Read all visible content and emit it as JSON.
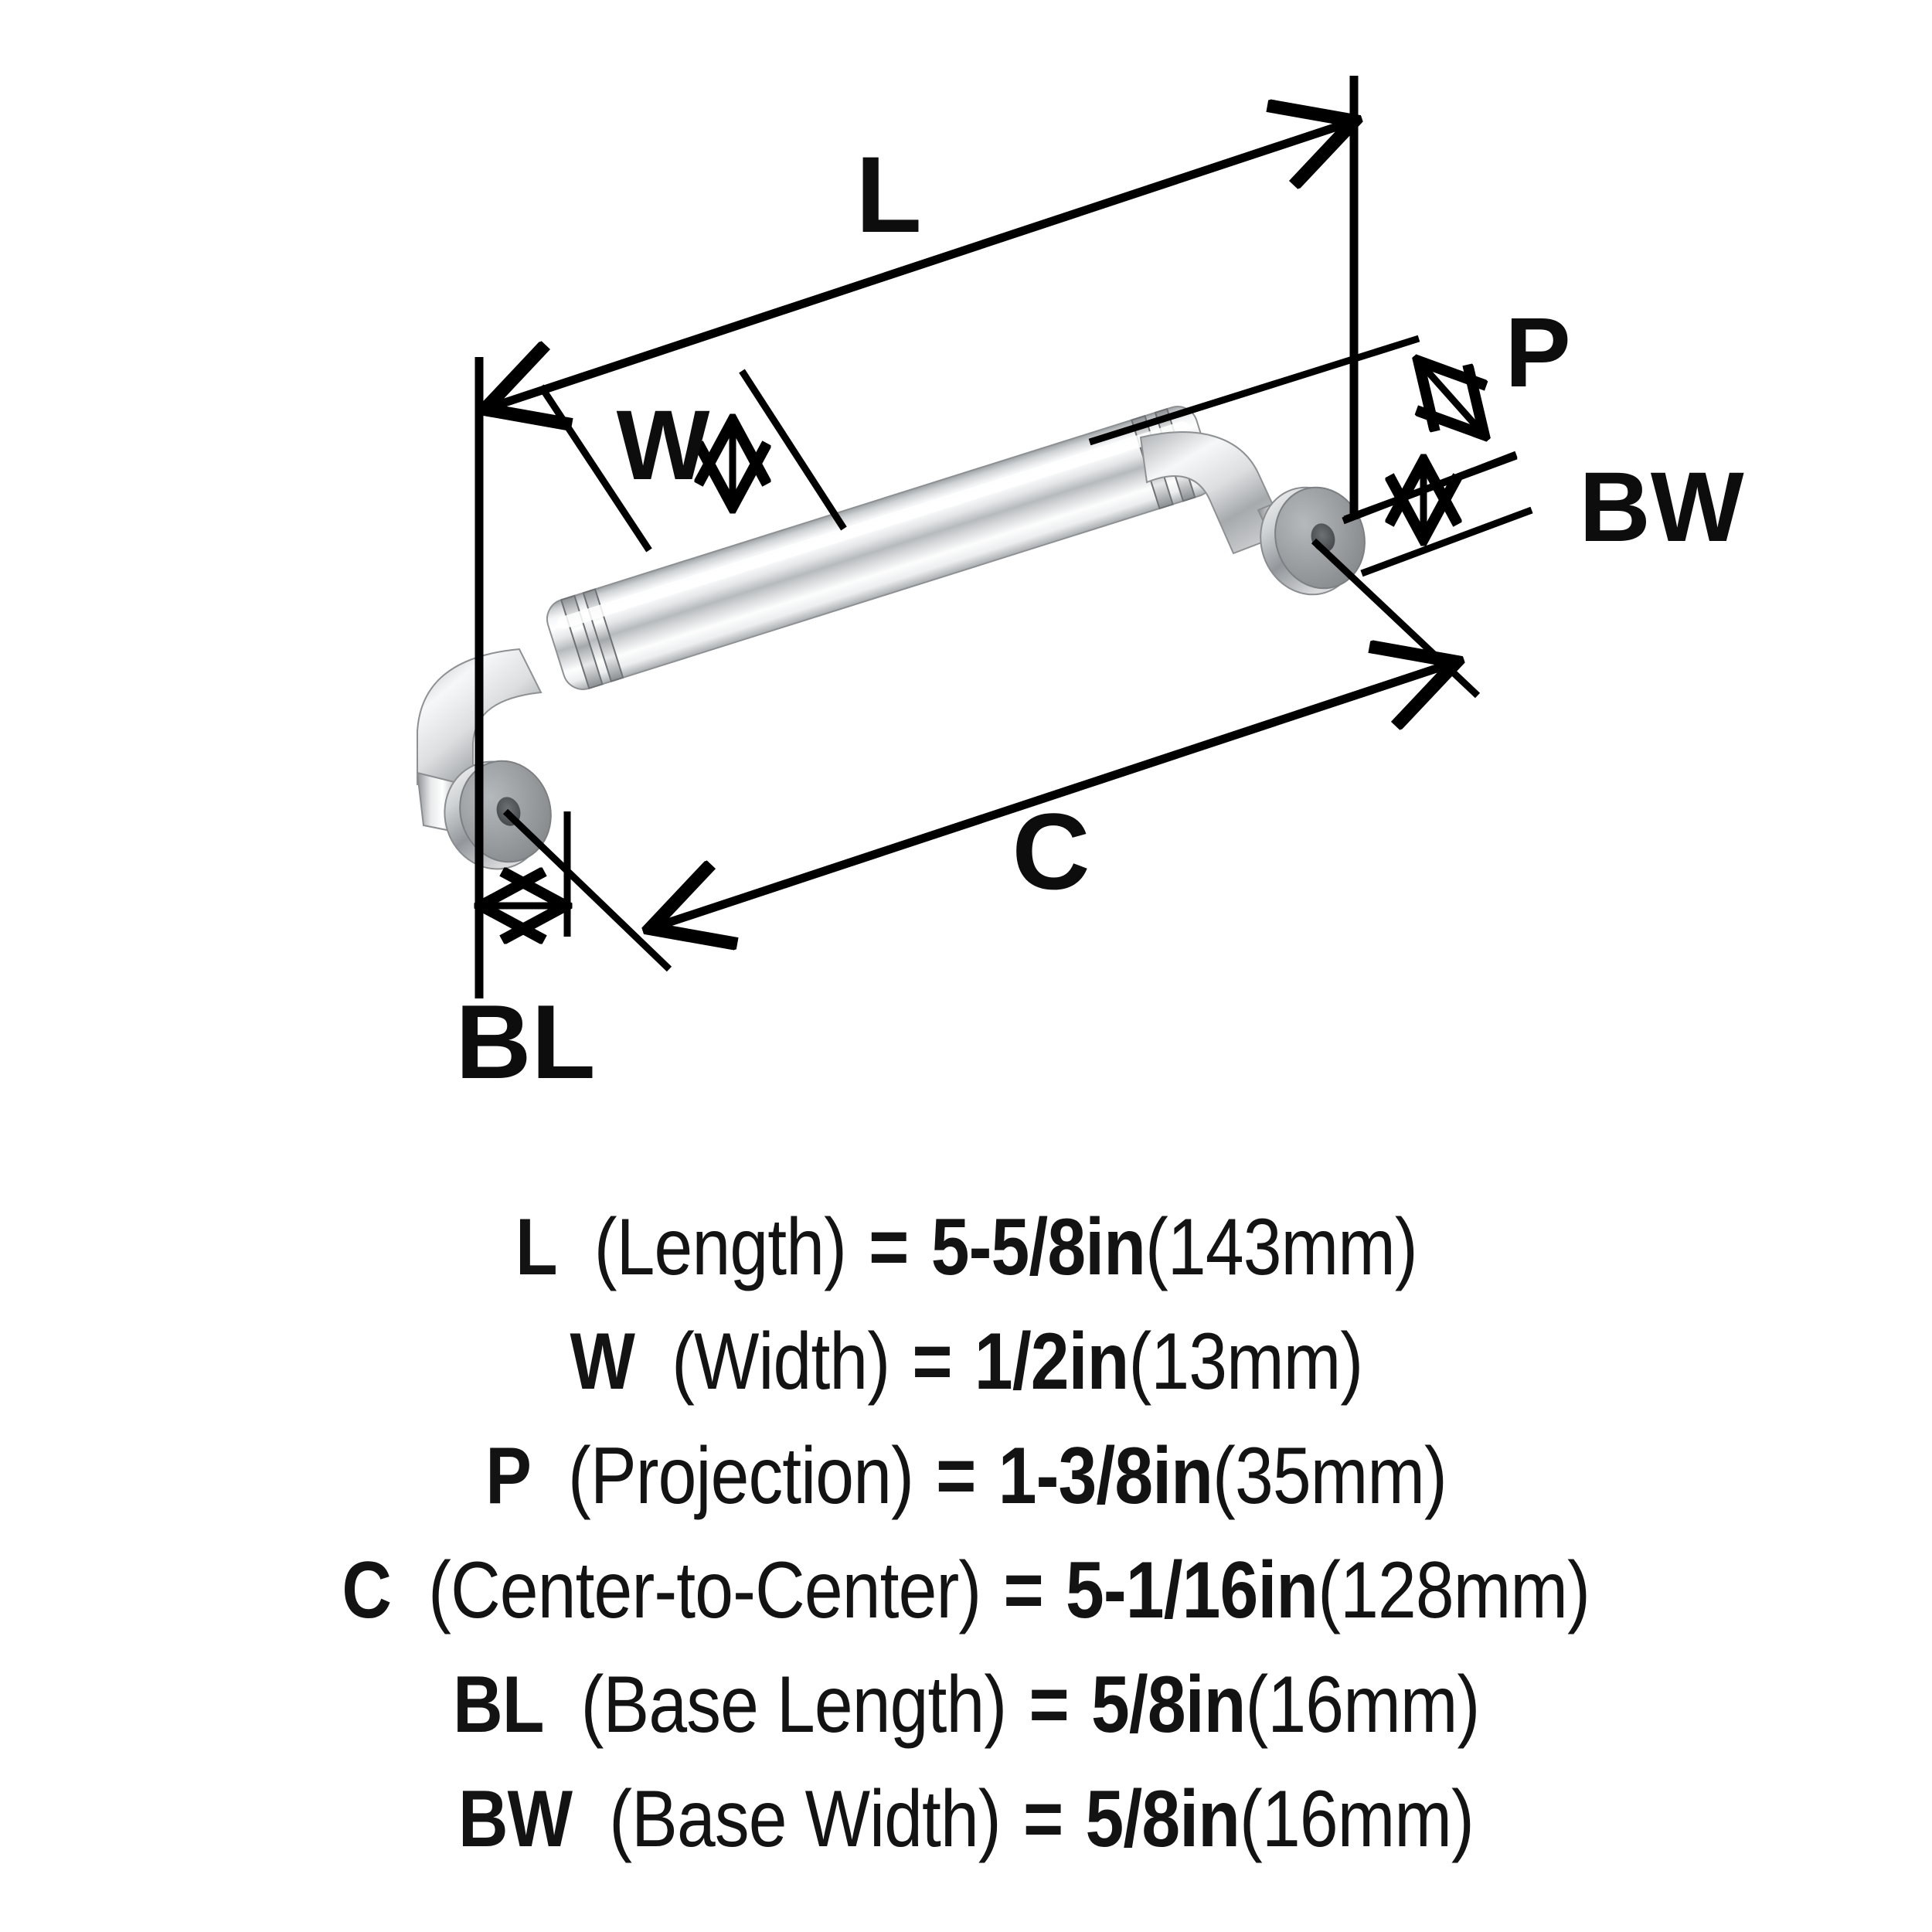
{
  "product": {
    "type": "cabinet-pull-handle",
    "finish_color": "#c9cbcd",
    "diagram_line_color": "#000000"
  },
  "diagram": {
    "labels": {
      "length": "L",
      "width": "W",
      "projection": "P",
      "center_to_center": "C",
      "base_length": "BL",
      "base_width": "BW"
    }
  },
  "specifications": [
    {
      "symbol": "L",
      "description": "(Length)",
      "equals": "=",
      "imperial": "5-5/8in",
      "metric": "(143mm)"
    },
    {
      "symbol": "W",
      "description": "(Width)",
      "equals": "=",
      "imperial": "1/2in",
      "metric": "(13mm)"
    },
    {
      "symbol": "P",
      "description": "(Projection)",
      "equals": "=",
      "imperial": "1-3/8in",
      "metric": "(35mm)"
    },
    {
      "symbol": "C",
      "description": "(Center-to-Center)",
      "equals": "=",
      "imperial": "5-1/16in",
      "metric": "(128mm)"
    },
    {
      "symbol": "BL",
      "description": "(Base Length)",
      "equals": "=",
      "imperial": "5/8in",
      "metric": "(16mm)"
    },
    {
      "symbol": "BW",
      "description": "(Base Width)",
      "equals": "=",
      "imperial": "5/8in",
      "metric": "(16mm)"
    }
  ]
}
